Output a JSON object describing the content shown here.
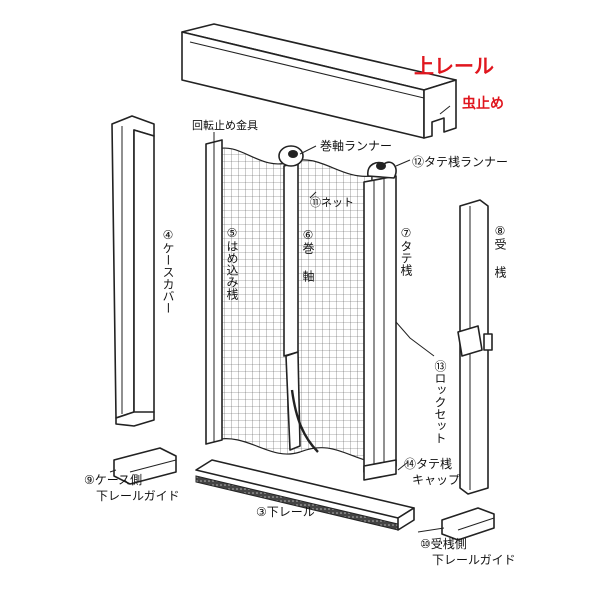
{
  "colors": {
    "ink": "#111111",
    "accent": "#e0161e",
    "mesh": "#555555",
    "bg": "#ffffff"
  },
  "labels": {
    "upper_rail": "上レール",
    "insect_guard": "虫止め",
    "anti_rotation": "回転止め金具",
    "roll_runner": "巻軸ランナー",
    "stile_runner": "⑫タテ桟ランナー",
    "net": "⑪ネット",
    "case_cover": "④ケースカバー",
    "insert_stile": "⑤はめ込み桟",
    "roll_shaft_a": "⑥巻",
    "roll_shaft_b": "軸",
    "vertical_stile": "⑦タテ桟",
    "receive_a": "⑧受",
    "receive_b": "桟",
    "lock_set": "⑬ロックセット",
    "stile_cap_a": "⑭タテ桟",
    "stile_cap_b": "キャップ",
    "case_guide_a": "⑨ケース側",
    "case_guide_b": "下レールガイド",
    "lower_rail": "③下レール",
    "recv_guide_a": "⑩受桟側",
    "recv_guide_b": "下レールガイド"
  }
}
